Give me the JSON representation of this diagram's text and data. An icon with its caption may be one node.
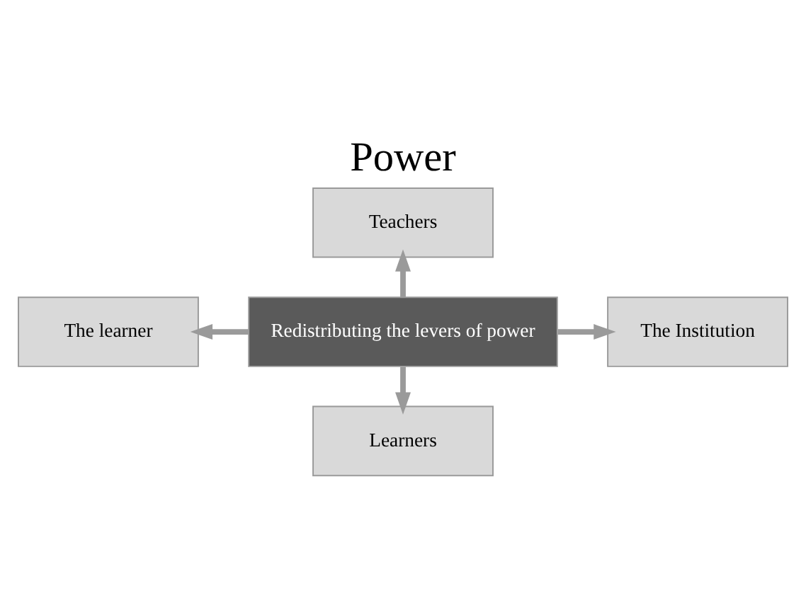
{
  "diagram": {
    "title": "Power",
    "nodes": [
      {
        "text": [
          "Redistributing the levers of power"
        ]
      },
      {
        "text": [
          "Teachers"
        ]
      },
      {
        "text": [
          "The learner"
        ]
      },
      {
        "text": [
          "The Institution"
        ]
      },
      {
        "text": [
          "Learners"
        ]
      }
    ],
    "edges": [
      {
        "from": 0,
        "to": 1,
        "arrow": "to"
      },
      {
        "from": 0,
        "to": 2,
        "arrow": "to"
      },
      {
        "from": 0,
        "to": 3,
        "arrow": "to"
      },
      {
        "from": 0,
        "to": 4,
        "arrow": "to"
      }
    ]
  }
}
